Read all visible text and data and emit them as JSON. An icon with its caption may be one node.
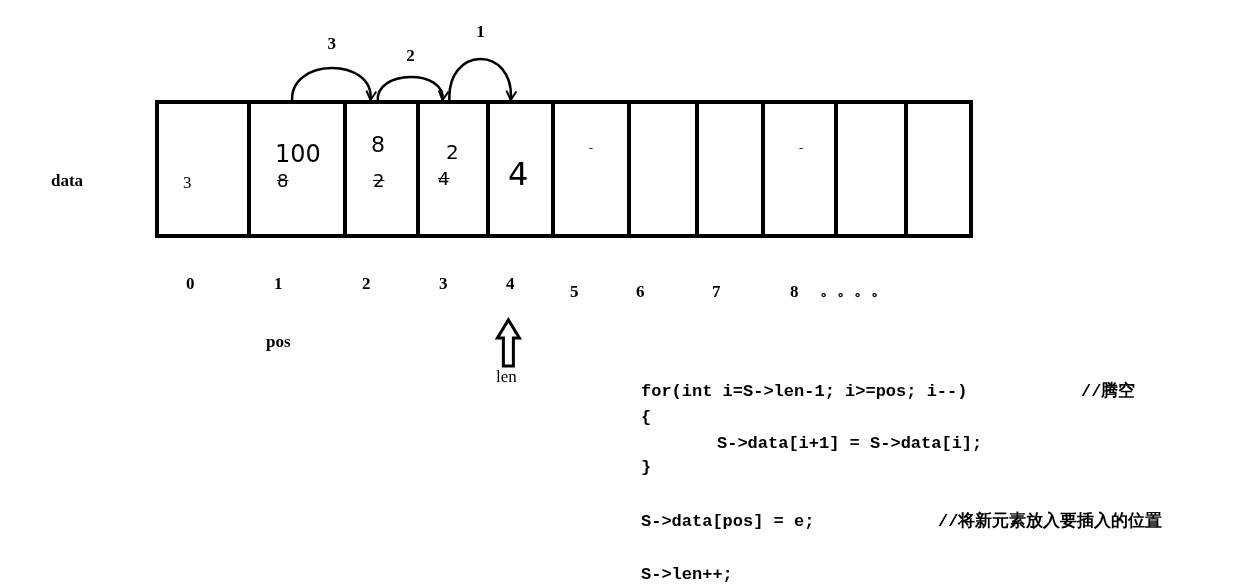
{
  "diagram": {
    "nodes": [
      {
        "text": [
          "3"
        ]
      },
      {
        "text": [
          "100",
          "8"
        ]
      },
      {
        "text": [
          "8",
          "2"
        ]
      },
      {
        "text": [
          "2",
          "4"
        ]
      },
      {
        "text": [
          "4"
        ]
      },
      {
        "text": [
          "-"
        ]
      },
      {
        "text": [],
        "shape": "box"
      },
      {
        "text": [],
        "shape": "box"
      },
      {
        "text": [
          "-"
        ]
      },
      {
        "text": [],
        "shape": "box"
      },
      {
        "text": [],
        "shape": "box"
      },
      {
        "text": [
          "len"
        ]
      }
    ],
    "edges": [
      {
        "from": 1,
        "to": 2,
        "arrow": "to",
        "label": "3"
      },
      {
        "from": 2,
        "to": 3,
        "arrow": "to",
        "label": "2"
      },
      {
        "from": 3,
        "to": 4,
        "arrow": "to",
        "label": "1"
      },
      {
        "from": 11,
        "to": null,
        "arrow": "to",
        "style": "thick"
      }
    ],
    "labels": [
      "data",
      "0",
      "1",
      "2",
      "3",
      "4",
      "5",
      "6",
      "7",
      "8",
      "。。。。",
      "pos",
      "for(int i=S->len-1; i>=pos; i--)",
      "//腾空",
      "{",
      "S->data[i+1] = S->data[i];",
      "}",
      "S->data[pos] = e;",
      "//将新元素放入要插入的位置",
      "S->len++;"
    ]
  }
}
